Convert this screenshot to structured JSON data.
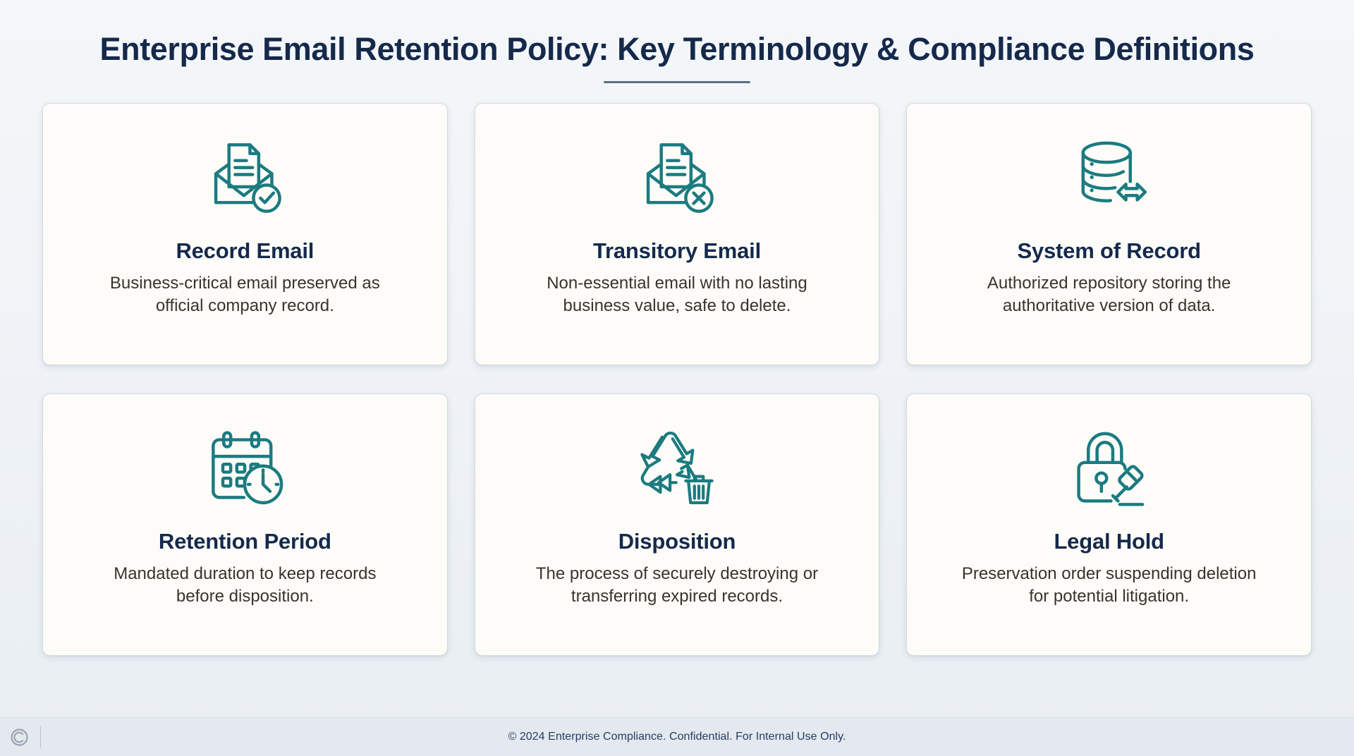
{
  "header": {
    "title": "Enterprise Email Retention Policy: Key Terminology & Compliance Definitions"
  },
  "theme": {
    "title_color": "#15294b",
    "accent_rule_color": "#5b6d8a",
    "icon_color": "#1b7b80",
    "card_background": "#fdfcf9",
    "card_border": "#d3dae3",
    "page_background": "#eef2f6",
    "body_text_color": "#3b322c",
    "footer_background": "#e4e9ef",
    "footer_text_color": "#243c63"
  },
  "cards": [
    {
      "icon": "envelope-document-check-icon",
      "title": "Record Email",
      "description": "Business-critical email preserved as official company record."
    },
    {
      "icon": "envelope-document-x-icon",
      "title": "Transitory Email",
      "description": "Non-essential email with no lasting business value, safe to delete."
    },
    {
      "icon": "database-transfer-icon",
      "title": "System of Record",
      "description": "Authorized repository storing the authoritative version of data."
    },
    {
      "icon": "calendar-clock-icon",
      "title": "Retention Period",
      "description": "Mandated duration to keep records before disposition."
    },
    {
      "icon": "recycle-trash-icon",
      "title": "Disposition",
      "description": "The process of securely destroying or transferring expired records."
    },
    {
      "icon": "lock-gavel-icon",
      "title": "Legal Hold",
      "description": "Preservation order suspending deletion for potential litigation."
    }
  ],
  "footer": {
    "logo": "c-monogram-logo",
    "copyright": "© 2024 Enterprise Compliance. Confidential. For Internal Use Only."
  }
}
